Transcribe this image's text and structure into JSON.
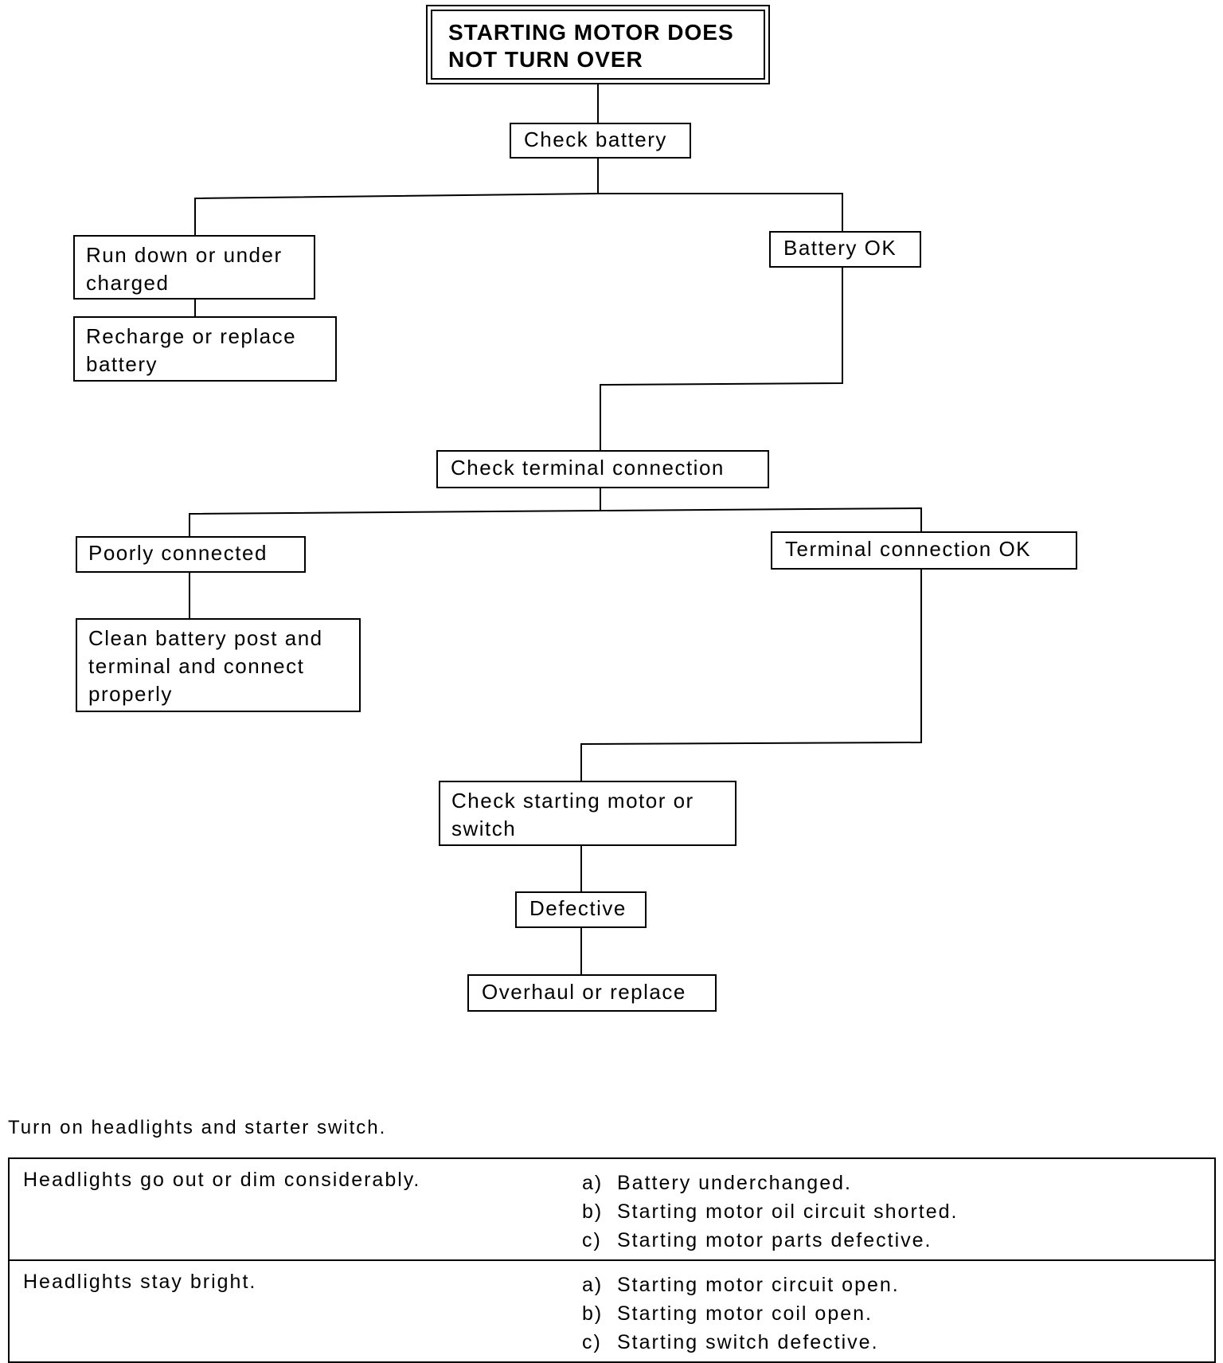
{
  "flowchart": {
    "title_lines": [
      "STARTING MOTOR DOES",
      "NOT TURN OVER"
    ],
    "check_battery": "Check battery",
    "run_down_lines": [
      "Run down or under",
      "charged"
    ],
    "recharge_lines": [
      "Recharge or replace",
      "battery"
    ],
    "battery_ok": "Battery OK",
    "check_terminal": "Check terminal connection",
    "poorly_connected": "Poorly connected",
    "clean_lines": [
      "Clean battery post and",
      "terminal and connect",
      "properly"
    ],
    "terminal_ok": "Terminal connection OK",
    "check_motor_lines": [
      "Check starting motor or",
      "switch"
    ],
    "defective": "Defective",
    "overhaul": "Overhaul or replace"
  },
  "instruction": "Turn on headlights and starter switch.",
  "symptoms": [
    {
      "condition": "Headlights go out or dim considerably.",
      "causes": [
        {
          "letter": "a)",
          "text": "Battery underchanged."
        },
        {
          "letter": "b)",
          "text": "Starting motor oil circuit shorted."
        },
        {
          "letter": "c)",
          "text": "Starting motor parts defective."
        }
      ]
    },
    {
      "condition": "Headlights stay bright.",
      "causes": [
        {
          "letter": "a)",
          "text": "Starting motor circuit open."
        },
        {
          "letter": "b)",
          "text": "Starting motor coil open."
        },
        {
          "letter": "c)",
          "text": "Starting switch defective."
        }
      ]
    }
  ]
}
